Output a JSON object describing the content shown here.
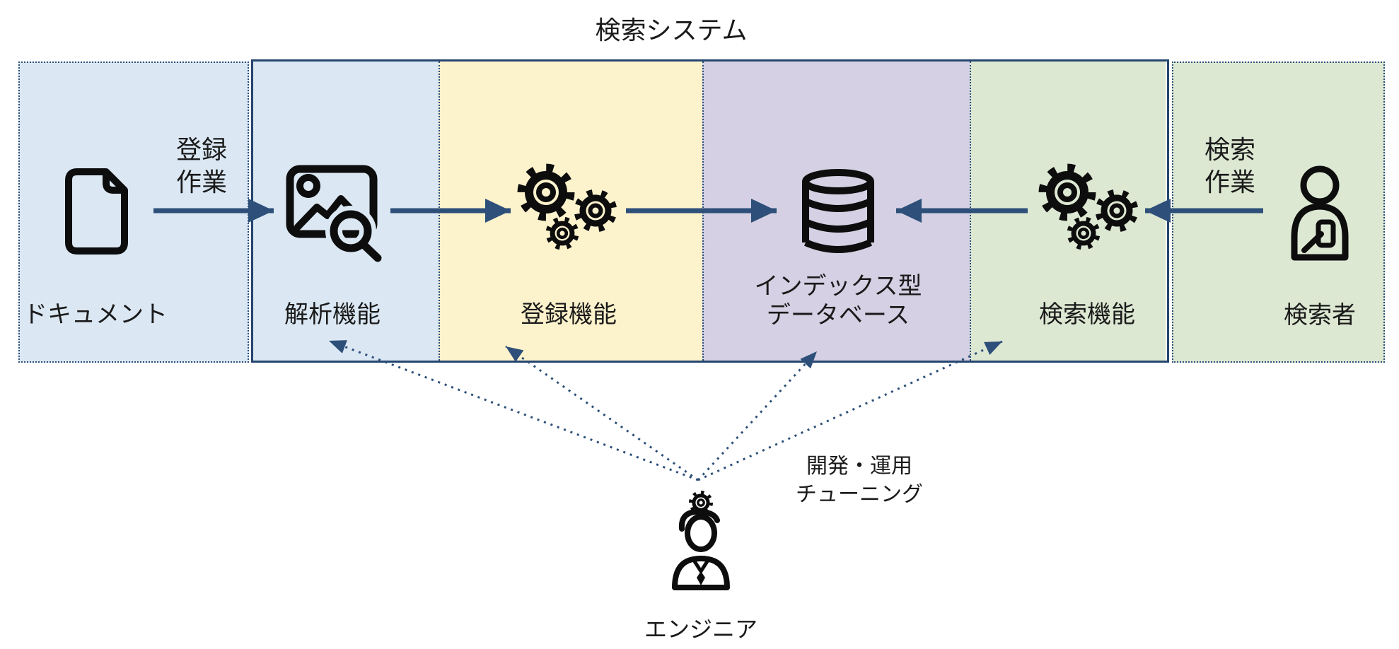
{
  "title": "検索システム",
  "colors": {
    "light_blue": "#dbe8f4",
    "yellow": "#fcf2cc",
    "purple": "#d5d0e3",
    "green": "#dde8d3",
    "navy": "#2d4f79"
  },
  "document_box": {
    "label": "ドキュメント"
  },
  "system": {
    "regions": [
      {
        "label": "解析機能"
      },
      {
        "label": "登録機能"
      },
      {
        "label_line1": "インデックス型",
        "label_line2": "データベース"
      },
      {
        "label": "検索機能"
      }
    ]
  },
  "searcher_box": {
    "label": "検索者"
  },
  "flow_left": {
    "line1": "登録",
    "line2": "作業"
  },
  "flow_right": {
    "line1": "検索",
    "line2": "作業"
  },
  "engineer": {
    "label": "エンジニア"
  },
  "tuning": {
    "line1": "開発・運用",
    "line2": "チューニング"
  }
}
